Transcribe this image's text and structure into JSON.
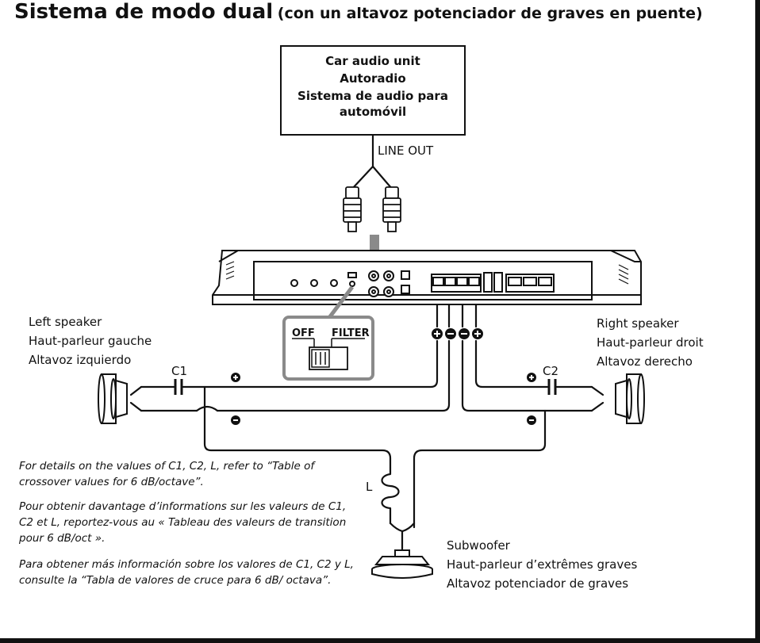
{
  "title": {
    "main": "Sistema de modo dual",
    "sub": "(con un altavoz potenciador de graves en puente)"
  },
  "head_unit": {
    "lines": [
      "Car audio unit",
      "Autoradio",
      "Sistema de audio para",
      "automóvil"
    ]
  },
  "line_out": "LINE OUT",
  "switch": {
    "off": "OFF",
    "filter": "FILTER"
  },
  "left_speaker": [
    "Left speaker",
    "Haut-parleur gauche",
    "Altavoz izquierdo"
  ],
  "right_speaker": [
    "Right speaker",
    "Haut-parleur droit",
    "Altavoz derecho"
  ],
  "subwoofer": [
    "Subwoofer",
    "Haut-parleur d’extrêmes graves",
    "Altavoz potenciador de graves"
  ],
  "components": {
    "c1": "C1",
    "c2": "C2",
    "l": "L"
  },
  "notes": [
    "For details on the values of C1, C2, L, refer to “Table of crossover values for 6 dB/octave”.",
    "Pour obtenir davantage d’informations sur les valeurs de C1, C2 et L, reportez-vous au « Tableau des valeurs de transition pour 6 dB/oct ».",
    "Para obtener más información sobre los valores de C1, C2 y L, consulte la “Tabla de valores de cruce para 6 dB/ octava”."
  ],
  "colors": {
    "line": "#111111",
    "switch_box": "#8a8a8a",
    "arrow": "#8a8a8a"
  }
}
